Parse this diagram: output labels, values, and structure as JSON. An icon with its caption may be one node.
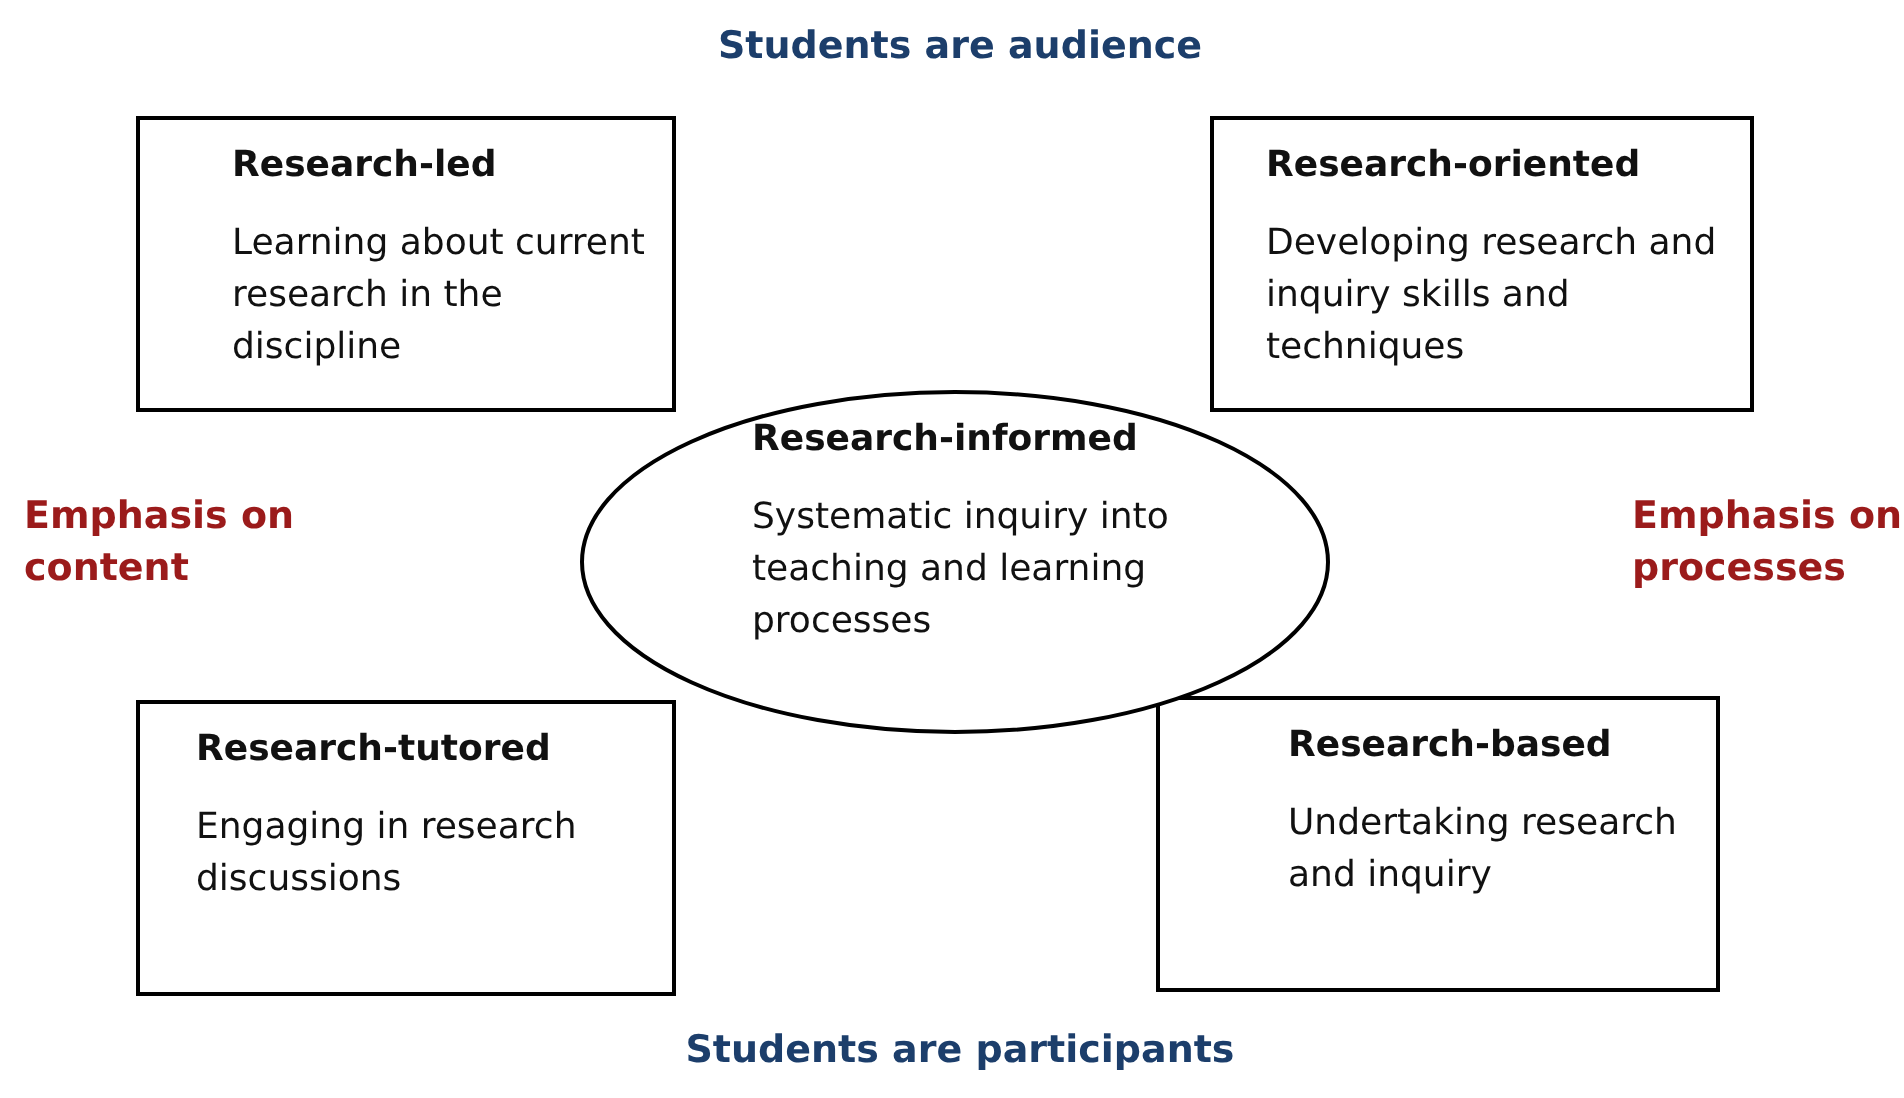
{
  "diagram": {
    "nodes": [
      {
        "text": [
          "Research-led",
          "Learning about current research in the discipline"
        ]
      },
      {
        "text": [
          "Research-oriented",
          "Developing research and inquiry skills and techniques"
        ]
      },
      {
        "text": [
          "Research-informed",
          "Systematic inquiry into teaching and learning processes"
        ]
      },
      {
        "text": [
          "Research-tutored",
          "Engaging in research discussions"
        ]
      },
      {
        "text": [
          "Research-based",
          "Undertaking research and inquiry"
        ]
      }
    ],
    "labels": [
      "Students are audience",
      "Emphasis on content",
      "Emphasis on processes",
      "Students are participants"
    ]
  }
}
